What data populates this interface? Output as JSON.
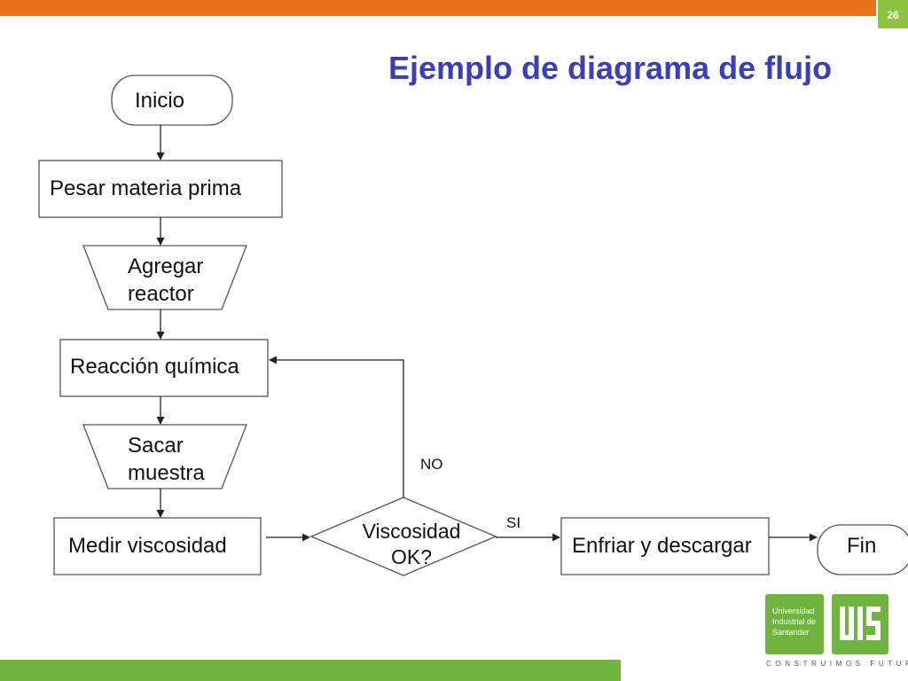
{
  "page_number": "26",
  "title": "Ejemplo de diagrama de flujo",
  "flowchart": {
    "start": "Inicio",
    "steps": [
      {
        "lines": [
          "Pesar materia prima"
        ]
      },
      {
        "lines": [
          "Agregar",
          "reactor"
        ]
      },
      {
        "lines": [
          "Reacción química"
        ]
      },
      {
        "lines": [
          "Sacar",
          "muestra"
        ]
      },
      {
        "lines": [
          "Medir viscosidad"
        ]
      }
    ],
    "decision": {
      "lines": [
        "Viscosidad",
        "OK?"
      ]
    },
    "no_label": "NO",
    "yes_label": "SI",
    "cool_step": "Enfriar y descargar",
    "end": "Fin"
  },
  "logo": {
    "line1": "Universidad",
    "line2": "Industrial de",
    "line3": "Santander",
    "motto": "CONSTRUIMOS FUTURO"
  },
  "colors": {
    "top_bar": "#e8731c",
    "accent_green": "#6fb43f",
    "title": "#3a3fb8"
  }
}
